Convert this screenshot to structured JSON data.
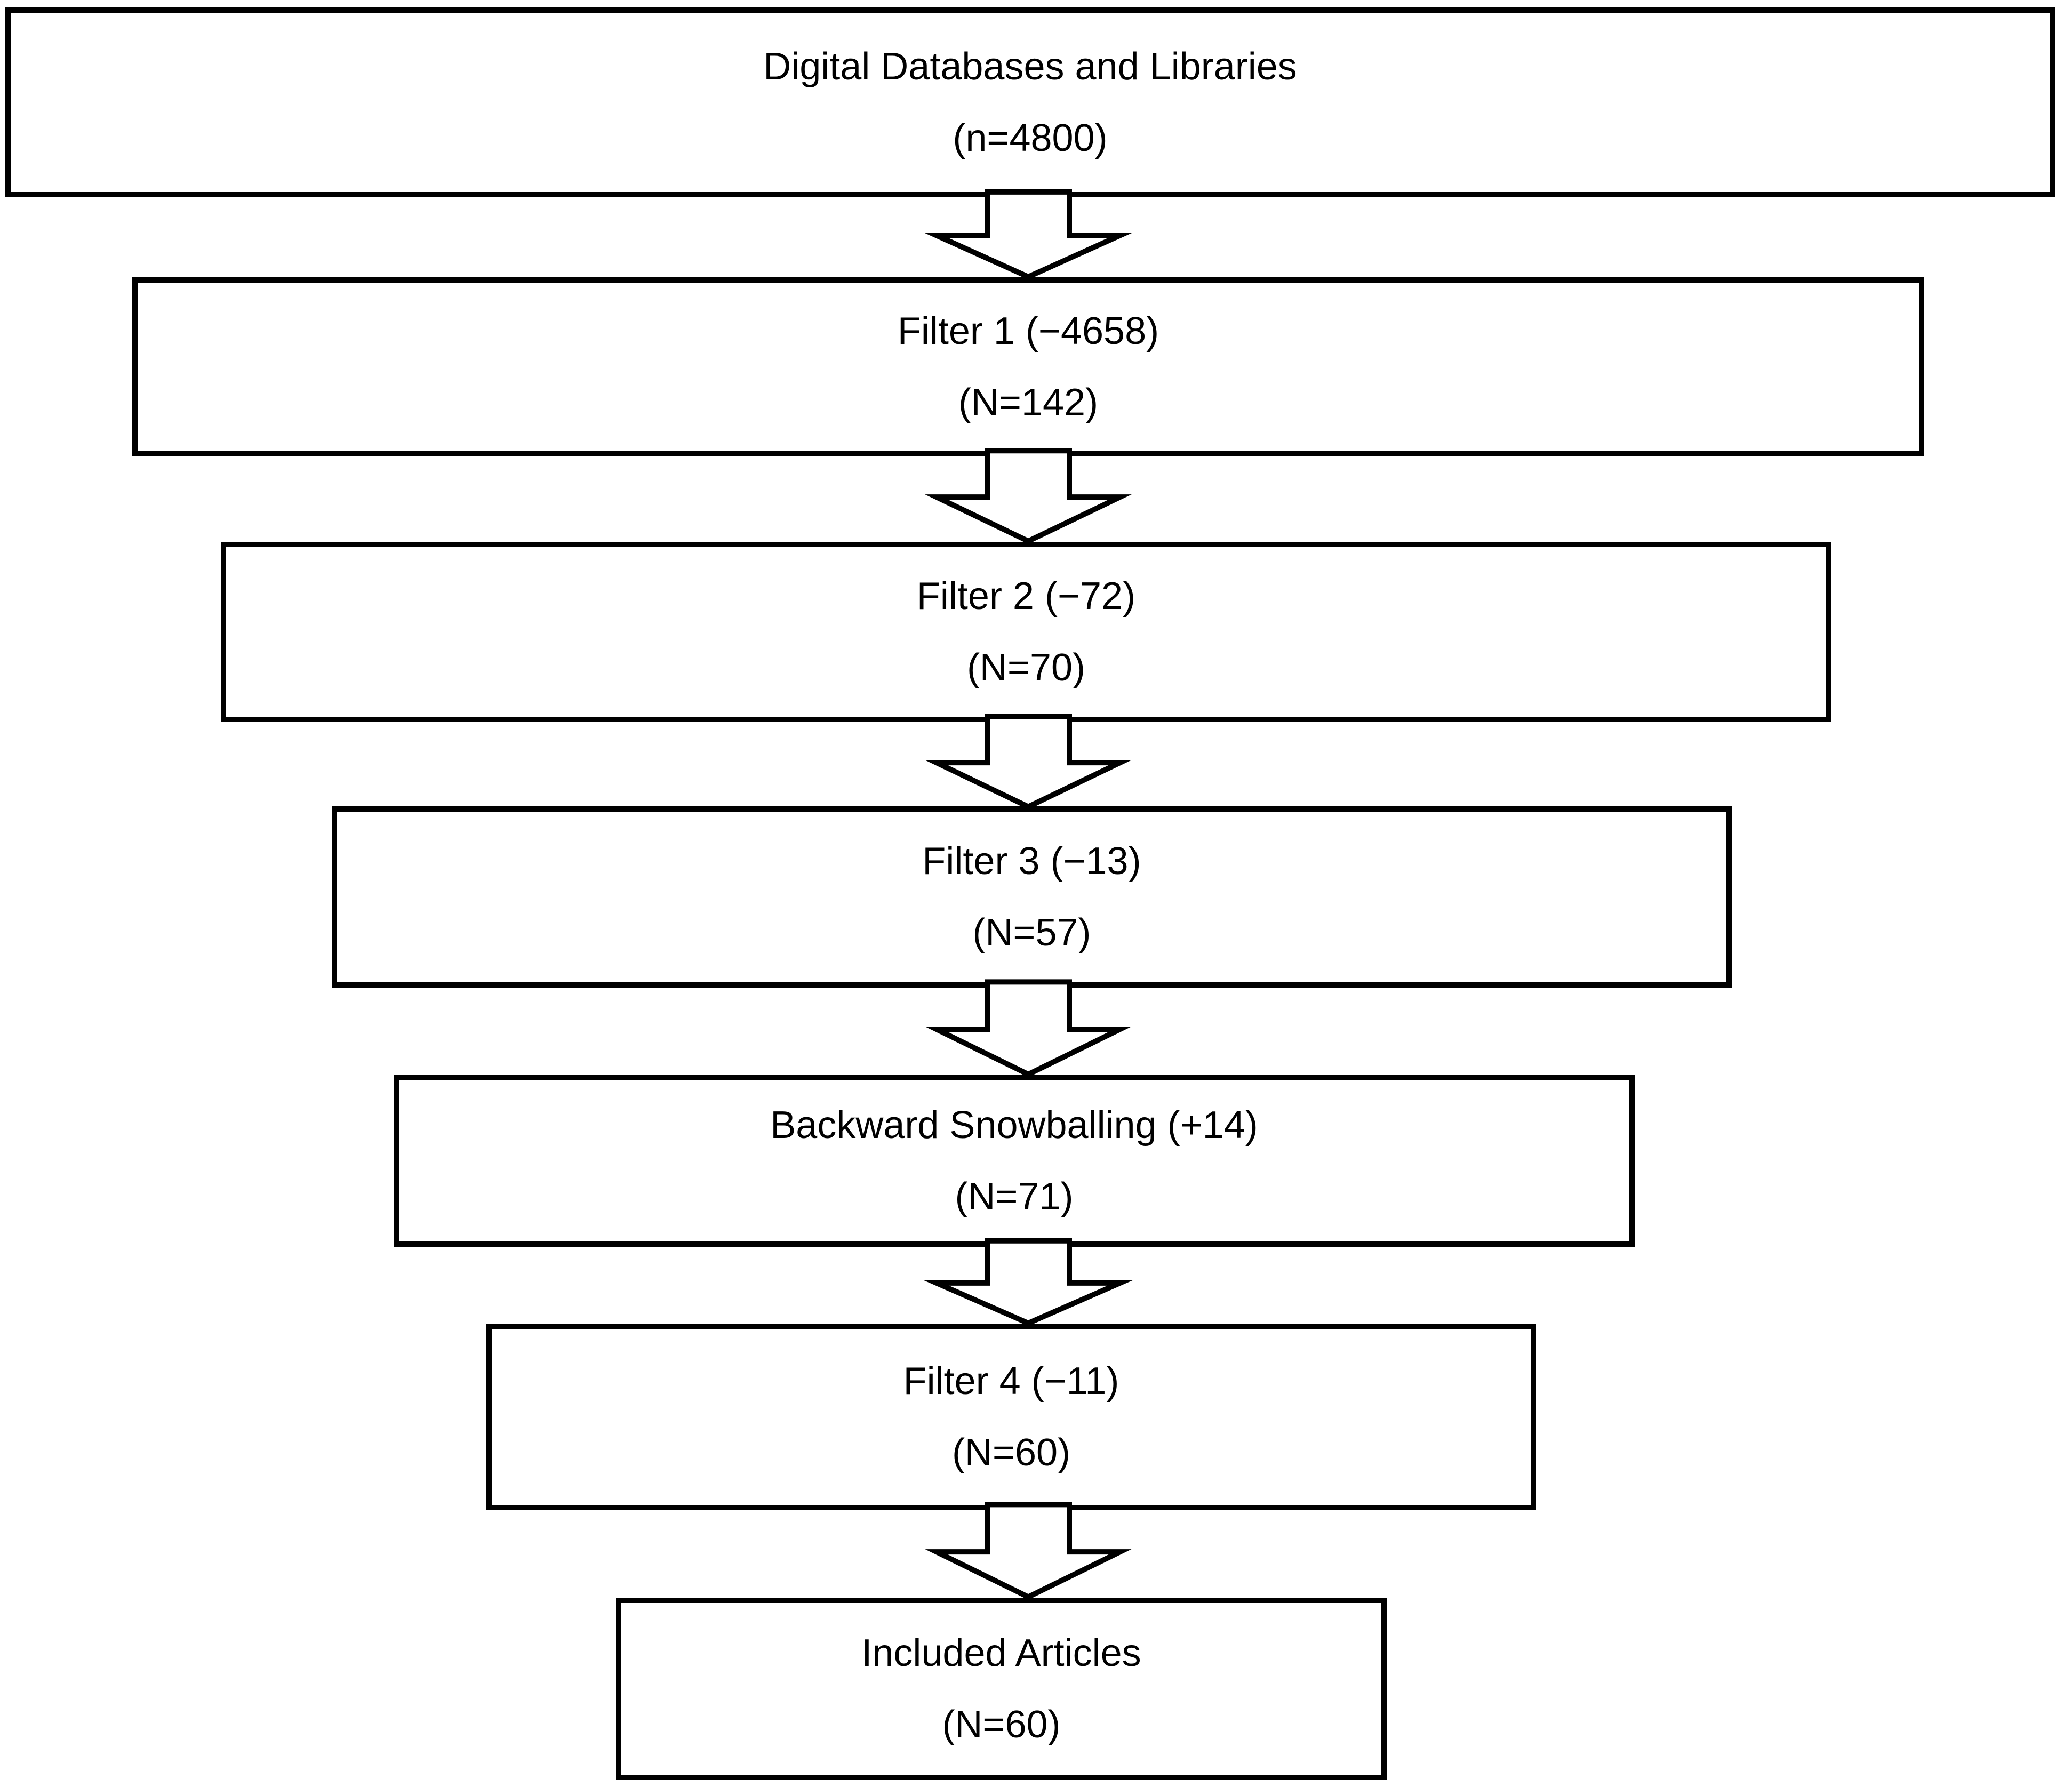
{
  "diagram": {
    "type": "flowchart",
    "direction": "top-down",
    "steps": [
      {
        "label": "Digital Databases and Libraries",
        "count": "(n=4800)"
      },
      {
        "label": "Filter 1 (−4658)",
        "count": "(N=142)"
      },
      {
        "label": "Filter 2 (−72)",
        "count": "(N=70)"
      },
      {
        "label": "Filter 3 (−13)",
        "count": "(N=57)"
      },
      {
        "label": "Backward Snowballing (+14)",
        "count": "(N=71)"
      },
      {
        "label": "Filter 4 (−11)",
        "count": "(N=60)"
      },
      {
        "label": "Included Articles",
        "count": "(N=60)"
      }
    ],
    "connector_icon": "down-block-arrow",
    "colors": {
      "background": "#ffffff",
      "box_fill": "#ffffff",
      "box_border": "#000000",
      "text": "#000000"
    }
  }
}
